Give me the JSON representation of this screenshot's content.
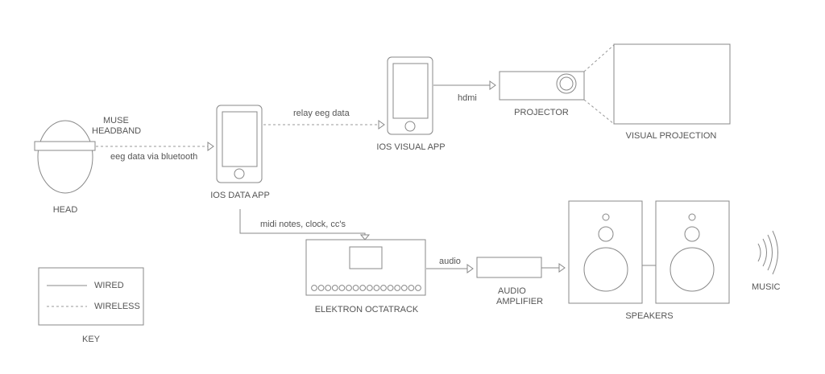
{
  "labels": {
    "muse_headband_line1": "MUSE",
    "muse_headband_line2": "HEADBAND",
    "eeg_bluetooth": "eeg data via bluetooth",
    "head": "HEAD",
    "ios_data_app": "IOS DATA APP",
    "relay_eeg": "relay eeg data",
    "ios_visual_app": "IOS VISUAL APP",
    "hdmi": "hdmi",
    "projector": "PROJECTOR",
    "visual_projection": "VISUAL PROJECTION",
    "midi": "midi notes, clock, cc's",
    "elektron": "ELEKTRON OCTATRACK",
    "audio": "audio",
    "audio_amp_line1": "AUDIO",
    "audio_amp_line2": "AMPLIFIER",
    "speakers": "SPEAKERS",
    "music": "MUSIC"
  },
  "key": {
    "wired": "WIRED",
    "wireless": "WIRELESS",
    "title": "KEY"
  },
  "colors": {
    "line": "#888888",
    "text": "#555555"
  }
}
